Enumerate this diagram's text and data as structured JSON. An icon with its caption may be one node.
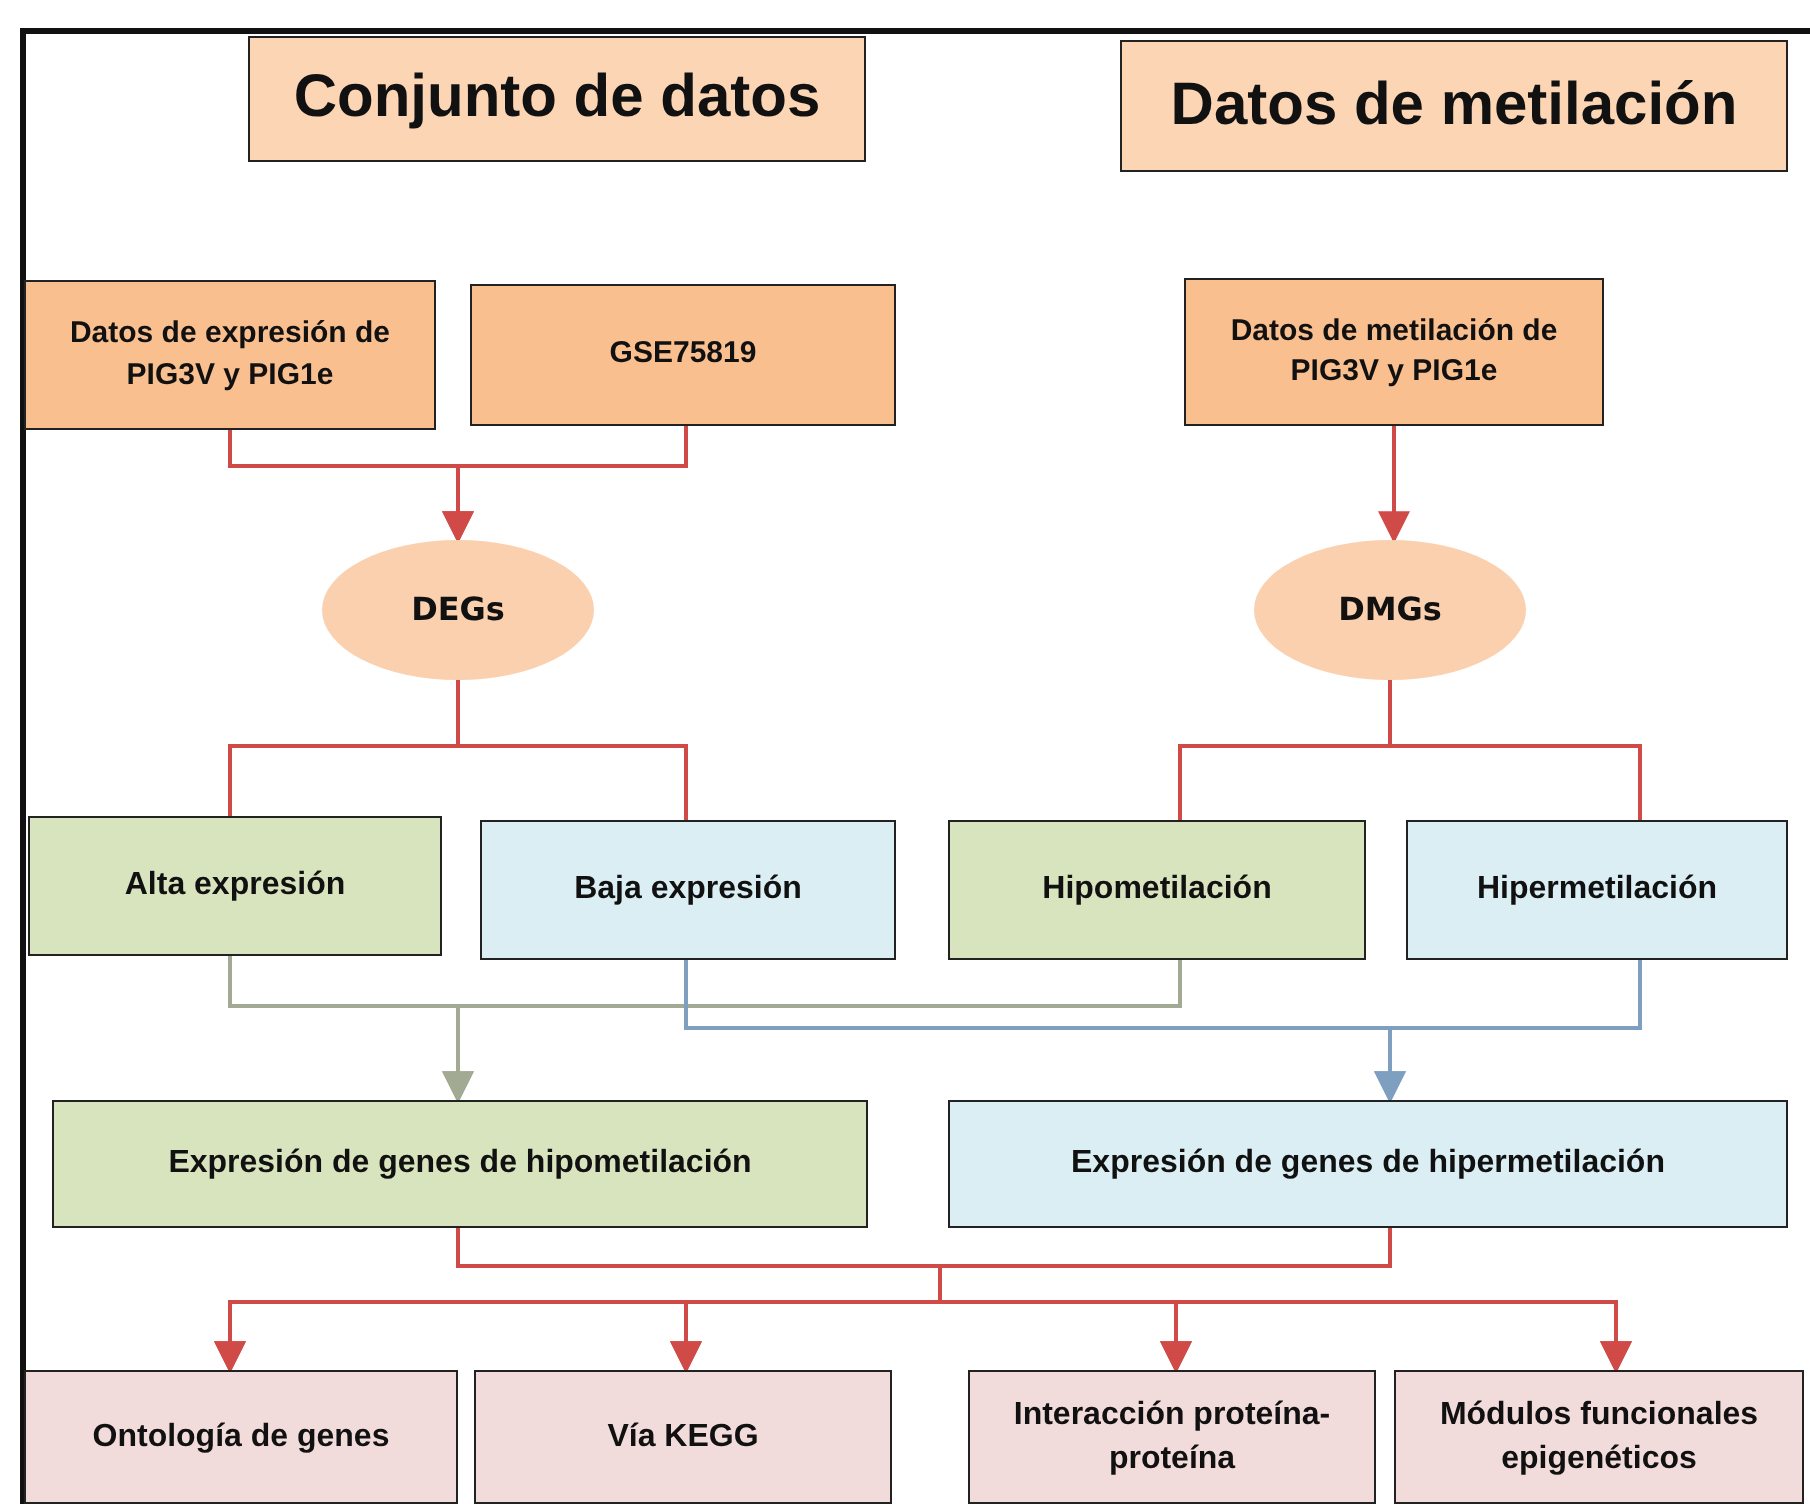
{
  "diagram": {
    "nodes": [
      {
        "text": [
          "Conjunto de datos"
        ]
      },
      {
        "text": [
          "Datos de metilación"
        ]
      },
      {
        "text": [
          "Datos de expresión de PIG3V y PIG1e"
        ]
      },
      {
        "text": [
          "GSE75819"
        ]
      },
      {
        "text": [
          "Datos de metilación de PIG3V y PIG1e"
        ]
      },
      {
        "text": [
          "DEGs"
        ]
      },
      {
        "text": [
          "DMGs"
        ]
      },
      {
        "text": [
          "Alta expresión"
        ]
      },
      {
        "text": [
          "Baja expresión"
        ]
      },
      {
        "text": [
          "Hipometilación"
        ]
      },
      {
        "text": [
          "Hipermetilación"
        ]
      },
      {
        "text": [
          "Expresión de genes de hipometilación"
        ]
      },
      {
        "text": [
          "Expresión de genes de hipermetilación"
        ]
      },
      {
        "text": [
          "Ontología de genes"
        ]
      },
      {
        "text": [
          "Vía KEGG"
        ]
      },
      {
        "text": [
          "Interacción proteína-proteína"
        ]
      },
      {
        "text": [
          "Módulos funcionales epigenéticos"
        ]
      }
    ],
    "edges": [
      {
        "from": 2,
        "to": 5,
        "arrow": "to"
      },
      {
        "from": 3,
        "to": 5,
        "arrow": "to"
      },
      {
        "from": 4,
        "to": 6,
        "arrow": "to"
      },
      {
        "from": 5,
        "to": 7,
        "arrow": "none"
      },
      {
        "from": 5,
        "to": 8,
        "arrow": "none"
      },
      {
        "from": 6,
        "to": 9,
        "arrow": "none"
      },
      {
        "from": 6,
        "to": 10,
        "arrow": "none"
      },
      {
        "from": 7,
        "to": 11,
        "arrow": "to",
        "color": "#a3aa94"
      },
      {
        "from": 9,
        "to": 11,
        "arrow": "to",
        "color": "#a3aa94"
      },
      {
        "from": 8,
        "to": 12,
        "arrow": "to",
        "color": "#7f9fc0"
      },
      {
        "from": 10,
        "to": 12,
        "arrow": "to",
        "color": "#7f9fc0"
      },
      {
        "from": 11,
        "to": 13,
        "arrow": "to"
      },
      {
        "from": 11,
        "to": 14,
        "arrow": "to"
      },
      {
        "from": 11,
        "to": 15,
        "arrow": "to"
      },
      {
        "from": 11,
        "to": 16,
        "arrow": "to"
      },
      {
        "from": 12,
        "to": 13,
        "arrow": "to"
      },
      {
        "from": 12,
        "to": 14,
        "arrow": "to"
      },
      {
        "from": 12,
        "to": 15,
        "arrow": "to"
      },
      {
        "from": 12,
        "to": 16,
        "arrow": "to"
      }
    ]
  }
}
